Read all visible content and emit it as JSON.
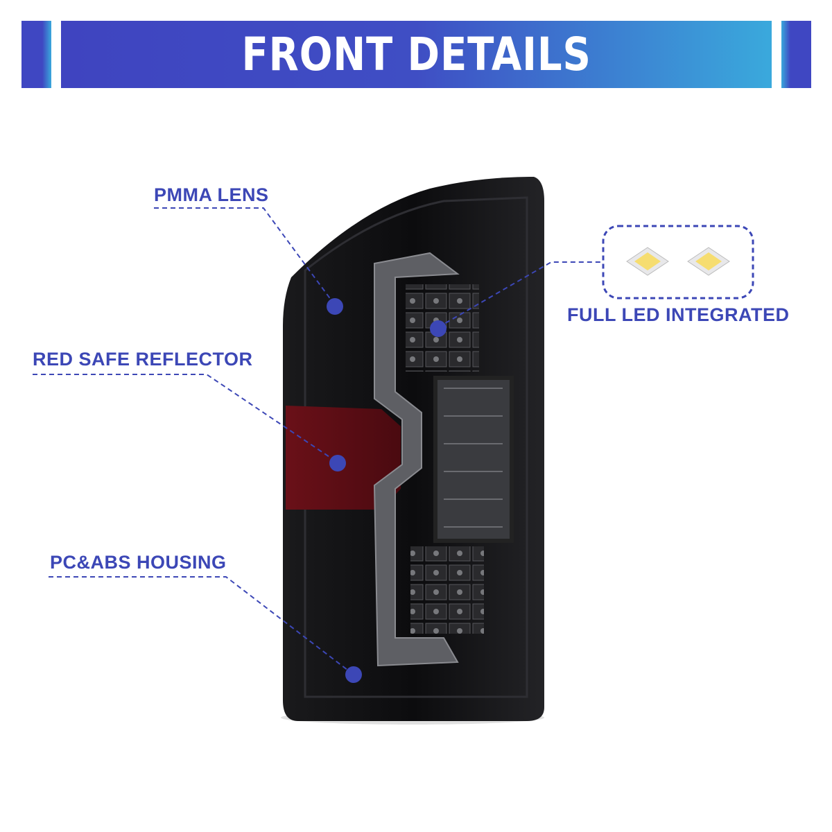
{
  "header": {
    "title": "FRONT DETAILS"
  },
  "callouts": [
    {
      "label": "PMMA LENS"
    },
    {
      "label": "RED SAFE REFLECTOR"
    },
    {
      "label": "PC&ABS HOUSING"
    },
    {
      "label": "FULL LED INTEGRATED"
    }
  ],
  "colors": {
    "accent": "#3c47b6",
    "banner_start": "#3f44c0",
    "banner_end": "#3aa9dc"
  }
}
